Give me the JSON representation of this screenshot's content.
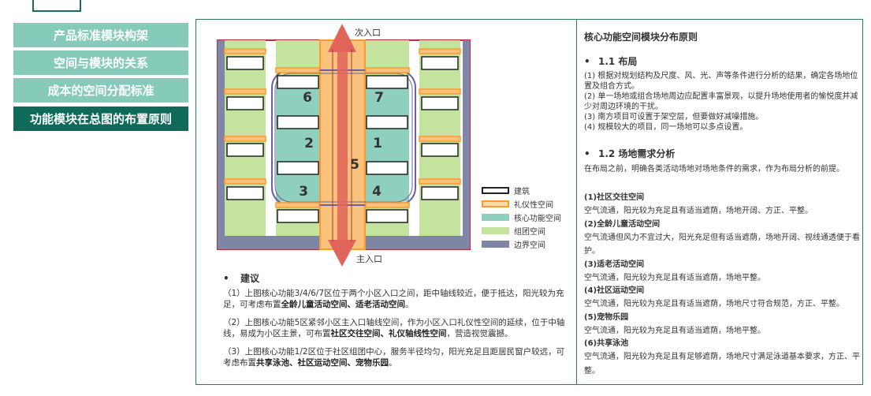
{
  "nav": {
    "items": [
      {
        "label": "产品标准模块构架",
        "active": false
      },
      {
        "label": "空间与模块的关系",
        "active": false
      },
      {
        "label": "成本的空间分配标准",
        "active": false
      },
      {
        "label": "功能模块在总图的布置原则",
        "active": true
      }
    ]
  },
  "diagram": {
    "secondary_entrance": "次入口",
    "main_entrance": "主入口",
    "zones": [
      "6",
      "7",
      "2",
      "1",
      "5",
      "3",
      "4"
    ],
    "legend": [
      {
        "key": "building",
        "label": "建筑"
      },
      {
        "key": "ceremony",
        "label": "礼仪性空间"
      },
      {
        "key": "core",
        "label": "核心功能空间"
      },
      {
        "key": "group",
        "label": "组团空间"
      },
      {
        "key": "boundary",
        "label": "边界空间"
      }
    ],
    "colors": {
      "arrow": "#e0645a",
      "ceremony_fill": "#fbc27c",
      "ceremony_border": "#ff9a30",
      "core": "#8fcfbd",
      "group": "#c3e39f",
      "boundary": "#7f86a5",
      "site_border": "#b5303c",
      "core_outline": "#6a5fa8"
    }
  },
  "advice": {
    "title": "建议",
    "items": [
      {
        "pre": "（1）上图核心功能3/4/6/7区位于两个小区入口之间，距中轴线较近，便于抵达，阳光较为充足，可考虑布置",
        "bold": "全龄儿童活动空间、适老活动空间",
        "post": "。"
      },
      {
        "pre": "（2）上图核心功能5区紧邻小区主入口轴线空间，作为小区入口礼仪性空间的延续，位于中轴线，易成为小区主景，可布置",
        "bold": "社区交往空间、礼仪轴线性空间",
        "post": "，营造视觉震撼。"
      },
      {
        "pre": "（3）上图核心功能1/2区位于社区组团中心，服务半径均匀，阳光充足且距居民窗户较远，可考虑布置",
        "bold": "共享泳池、社区运动空间、宠物乐园",
        "post": "。"
      }
    ]
  },
  "principles": {
    "title": "核心功能空间模块分布原则",
    "layout": {
      "heading": "1.1 布局",
      "lines": [
        "(1) 根据对规划结构及尺度、风、光、声等条件进行分析的结果，确定各场地位置及组合方式。",
        "(2) 单一场地或组合场地周边应配置丰富景观，以提升场地使用者的愉悦度并减少对周边环境的干扰。",
        "(3) 南方项目可设置于架空层，但要做好减噪措施。",
        "(4) 规模较大的项目，同一场地可以多点设置。"
      ]
    },
    "needs": {
      "heading": "1.2 场地需求分析",
      "intro": "在布局之前，明确各类活动场地对场地条件的需求，作为布局分析的前提。",
      "items": [
        {
          "title": "(1)社区交往空间",
          "desc": "空气流通，阳光较为充足且有适当遮荫，场地开阔、方正、平整。"
        },
        {
          "title": "(2)全龄儿童活动空间",
          "desc": "空气流通但风力不宜过大，阳光充足但有适当遮荫，场地开阔、视线通透便于看护。"
        },
        {
          "title": "(3)适老活动空间",
          "desc": "空气流通，阳光较为充足且有适当遮荫，场地平整。"
        },
        {
          "title": "(4)社区运动空间",
          "desc": "空气流通，阳光较为充足且有适当遮荫，场地尺寸符合规范，方正、平整。"
        },
        {
          "title": "(5)宠物乐园",
          "desc": "空气流通，阳光较为充足且有适当遮荫，场地平整。"
        },
        {
          "title": "(6)共享泳池",
          "desc": "空气流通，阳光较为充足且有足够遮荫，场地尺寸满足泳道基本要求，方正、平整。"
        }
      ]
    }
  }
}
